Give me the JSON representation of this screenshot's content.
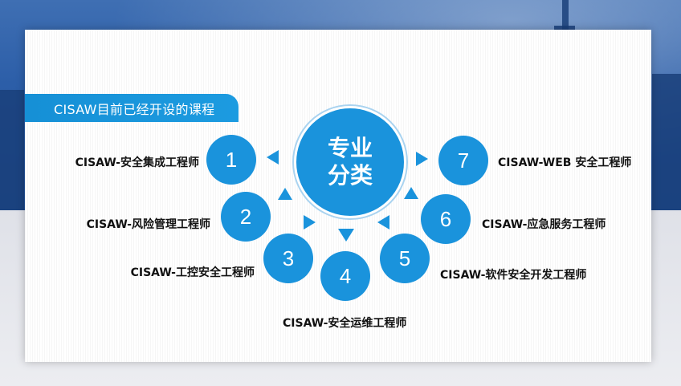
{
  "slide": {
    "title": "CISAW目前已经开设的课程",
    "center": {
      "line1": "专业",
      "line2": "分类"
    },
    "items": [
      {
        "number": "1",
        "label": "CISAW-安全集成工程师"
      },
      {
        "number": "2",
        "label": "CISAW-风险管理工程师"
      },
      {
        "number": "3",
        "label": "CISAW-工控安全工程师"
      },
      {
        "number": "4",
        "label": "CISAW-安全运维工程师"
      },
      {
        "number": "5",
        "label": "CISAW-软件安全开发工程师"
      },
      {
        "number": "6",
        "label": "CISAW-应急服务工程师"
      },
      {
        "number": "7",
        "label": "CISAW-WEB 安全工程师"
      }
    ]
  },
  "colors": {
    "accent": "#1a93dc",
    "background_top": "#2c5ea8"
  }
}
